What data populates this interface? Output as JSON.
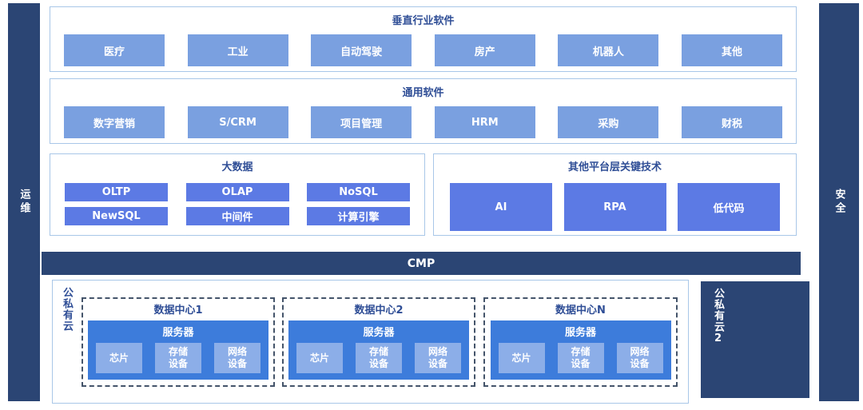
{
  "colors": {
    "navy": "#2B4574",
    "light_blue_box": "#7AA0E0",
    "periwinkle_box": "#5C7AE4",
    "server_blue": "#3D7CDB",
    "component_blue": "#8CAEE8",
    "section_border": "#A9C7E8",
    "dashed_border": "#44546A",
    "title_text": "#2F4E96"
  },
  "side_bars": {
    "left": "运维",
    "right": "安全"
  },
  "sections": {
    "vertical_industry": {
      "title": "垂直行业软件",
      "items": [
        "医疗",
        "工业",
        "自动驾驶",
        "房产",
        "机器人",
        "其他"
      ]
    },
    "general_software": {
      "title": "通用软件",
      "items": [
        "数字营销",
        "S/CRM",
        "项目管理",
        "HRM",
        "采购",
        "财税"
      ]
    },
    "big_data": {
      "title": "大数据",
      "items": [
        "OLTP",
        "OLAP",
        "NoSQL",
        "NewSQL",
        "中间件",
        "计算引擎"
      ]
    },
    "platform_tech": {
      "title": "其他平台层关键技术",
      "items": [
        "AI",
        "RPA",
        "低代码"
      ]
    },
    "cmp": {
      "label": "CMP"
    },
    "cloud": {
      "label": "公私有云",
      "datacenters": [
        {
          "title": "数据中心1",
          "server_title": "服务器",
          "components": [
            "芯片",
            "存储\n设备",
            "网络\n设备"
          ]
        },
        {
          "title": "数据中心2",
          "server_title": "服务器",
          "components": [
            "芯片",
            "存储\n设备",
            "网络\n设备"
          ]
        },
        {
          "title": "数据中心N",
          "server_title": "服务器",
          "components": [
            "芯片",
            "存储\n设备",
            "网络\n设备"
          ]
        }
      ]
    },
    "cloud2": {
      "label": "公私有云2"
    }
  }
}
